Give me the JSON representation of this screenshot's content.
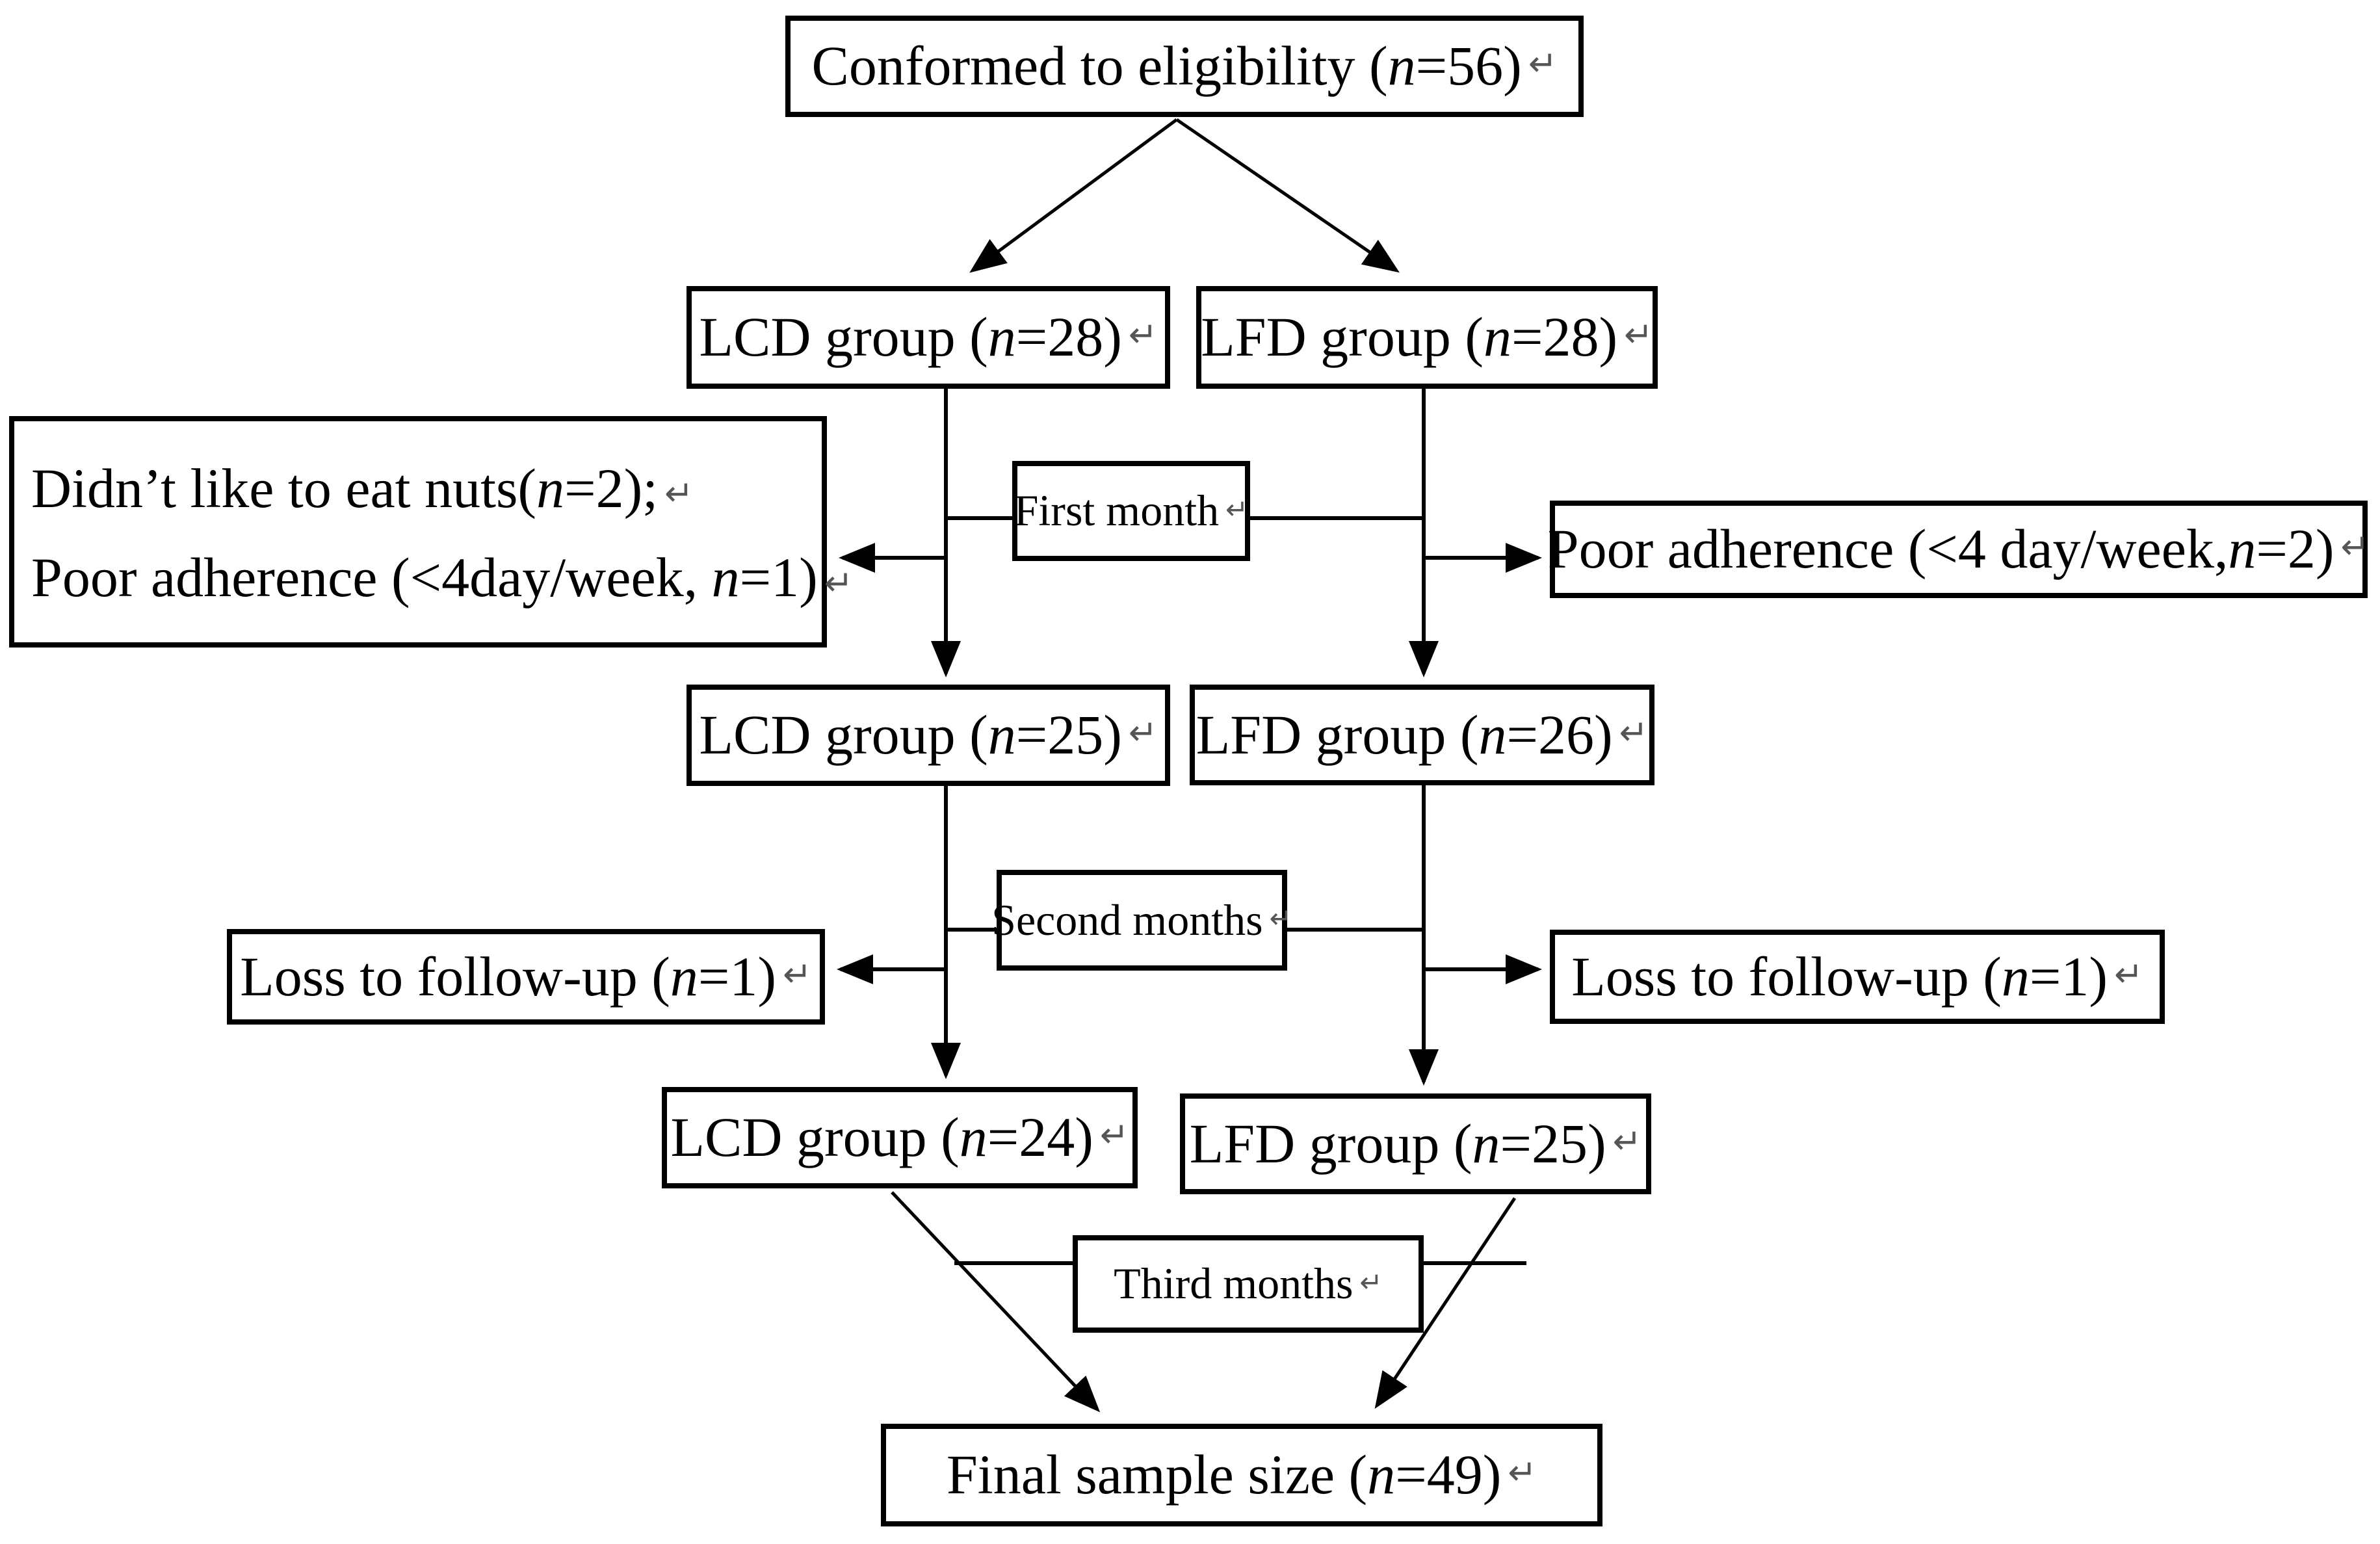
{
  "meta": {
    "return_mark": "↵"
  },
  "colors": {
    "line": "#000000",
    "background": "#ffffff",
    "return_mark": "#555555"
  },
  "flow": {
    "eligibility": {
      "pre": "Conformed to eligibility (",
      "n": "n",
      "post": "=56)"
    },
    "lcd_baseline": {
      "pre": "LCD group (",
      "n": "n",
      "post": "=28)"
    },
    "lfd_baseline": {
      "pre": "LFD group (",
      "n": "n",
      "post": "=28)"
    },
    "excl_left_line1": {
      "pre": "Didn’t like to eat nuts(",
      "n": "n",
      "post": "=2);"
    },
    "excl_left_line2": {
      "pre": "Poor adherence (<4day/week, ",
      "n": "n",
      "post": "=1)"
    },
    "first_month": {
      "pre": "First month"
    },
    "excl_right": {
      "pre": "Poor adherence (<4 day/week, ",
      "n": "n",
      "post": "=2)"
    },
    "lcd_month1": {
      "pre": "LCD group (",
      "n": "n",
      "post": "=25)"
    },
    "lfd_month1": {
      "pre": "LFD group (",
      "n": "n",
      "post": "=26)"
    },
    "second_months": {
      "pre": "Second months"
    },
    "loss_left": {
      "pre": "Loss to follow-up (",
      "n": "n",
      "post": "=1)"
    },
    "loss_right": {
      "pre": "Loss to follow-up (",
      "n": "n",
      "post": "=1)"
    },
    "lcd_month2": {
      "pre": "LCD group (",
      "n": "n",
      "post": "=24)"
    },
    "lfd_month2": {
      "pre": "LFD group (",
      "n": "n",
      "post": "=25)"
    },
    "third_months": {
      "pre": "Third months"
    },
    "final": {
      "pre": "Final sample size (",
      "n": "n",
      "post": "=49)"
    }
  }
}
